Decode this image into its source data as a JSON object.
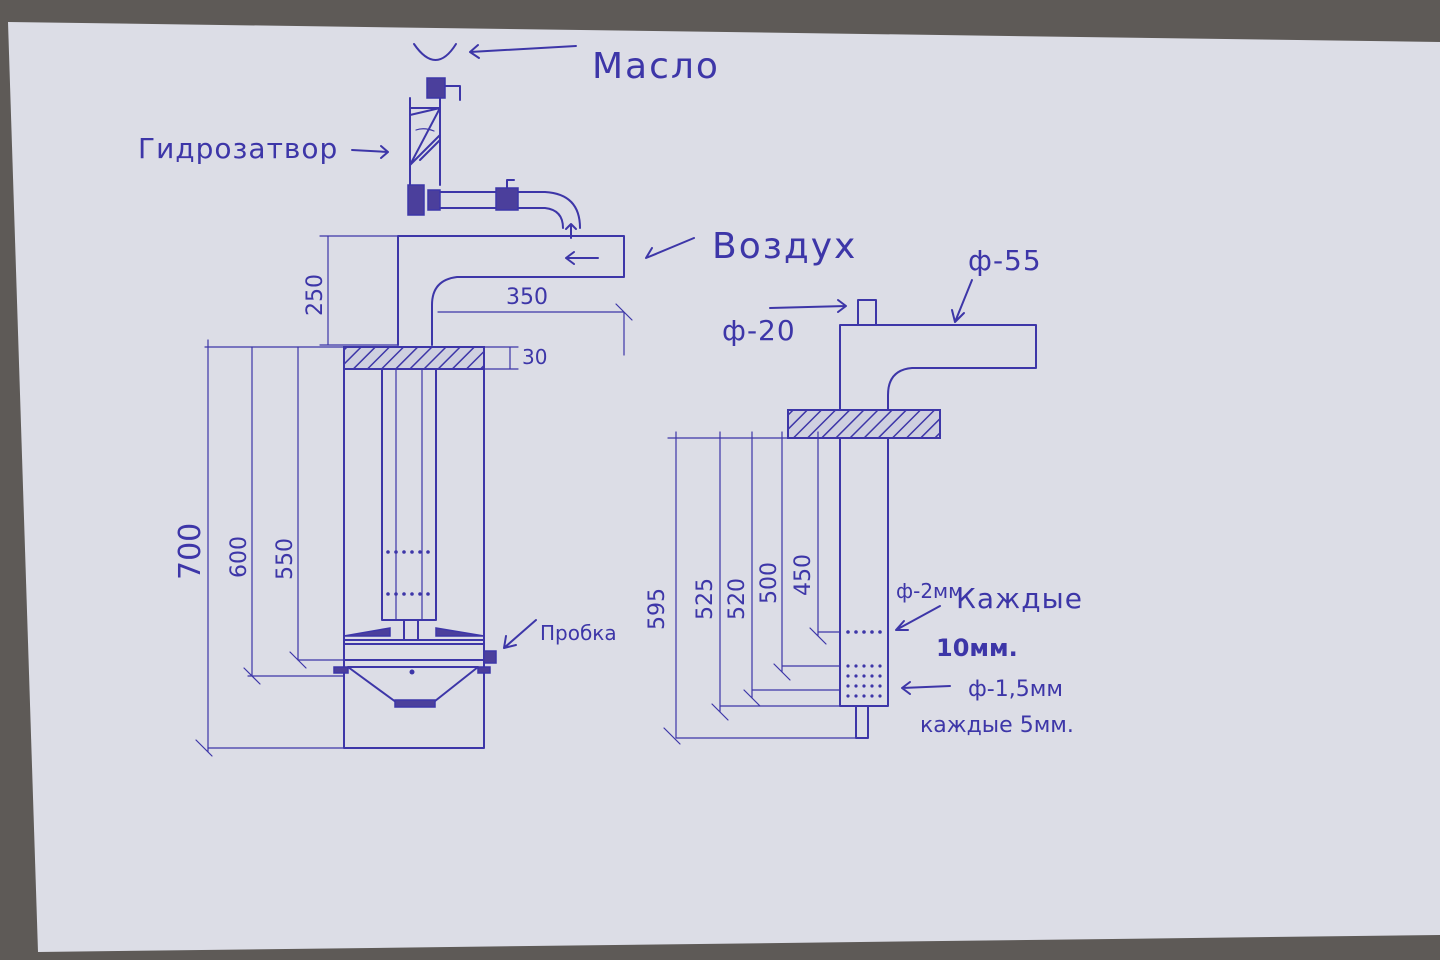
{
  "colors": {
    "paper": "#dcdde6",
    "ink": "#3d36a8",
    "background": "#5e5a57"
  },
  "labels": {
    "oil": "Масло",
    "water_seal": "Гидрозатвор",
    "air": "Воздух",
    "plug": "Пробка",
    "d55": "ф-55",
    "d20": "ф-20",
    "d2mm": "ф-2мм.",
    "every1": "Каждые",
    "every1_val": "10мм.",
    "d15mm": "ф-1,5мм",
    "every2": "каждые 5мм."
  },
  "dimensions": {
    "left": {
      "d250": "250",
      "d350": "350",
      "d30": "30",
      "d700": "700",
      "d600": "600",
      "d550": "550"
    },
    "right": {
      "d595": "595",
      "d525": "525",
      "d520": "520",
      "d500": "500",
      "d450": "450"
    }
  }
}
